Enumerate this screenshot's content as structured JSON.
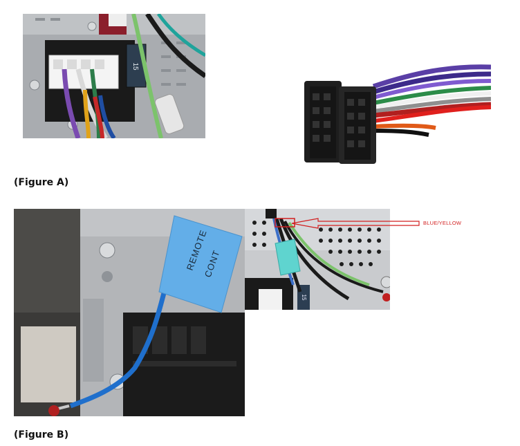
{
  "figure_a": {
    "caption": "(Figure A)",
    "fuse_label": "15"
  },
  "figure_b": {
    "caption": "(Figure B)",
    "tag_text_line1": "REMOTE",
    "tag_text_line2": "CONT",
    "annotation": "BLUE/YELLOW",
    "fuse_label": "15"
  }
}
